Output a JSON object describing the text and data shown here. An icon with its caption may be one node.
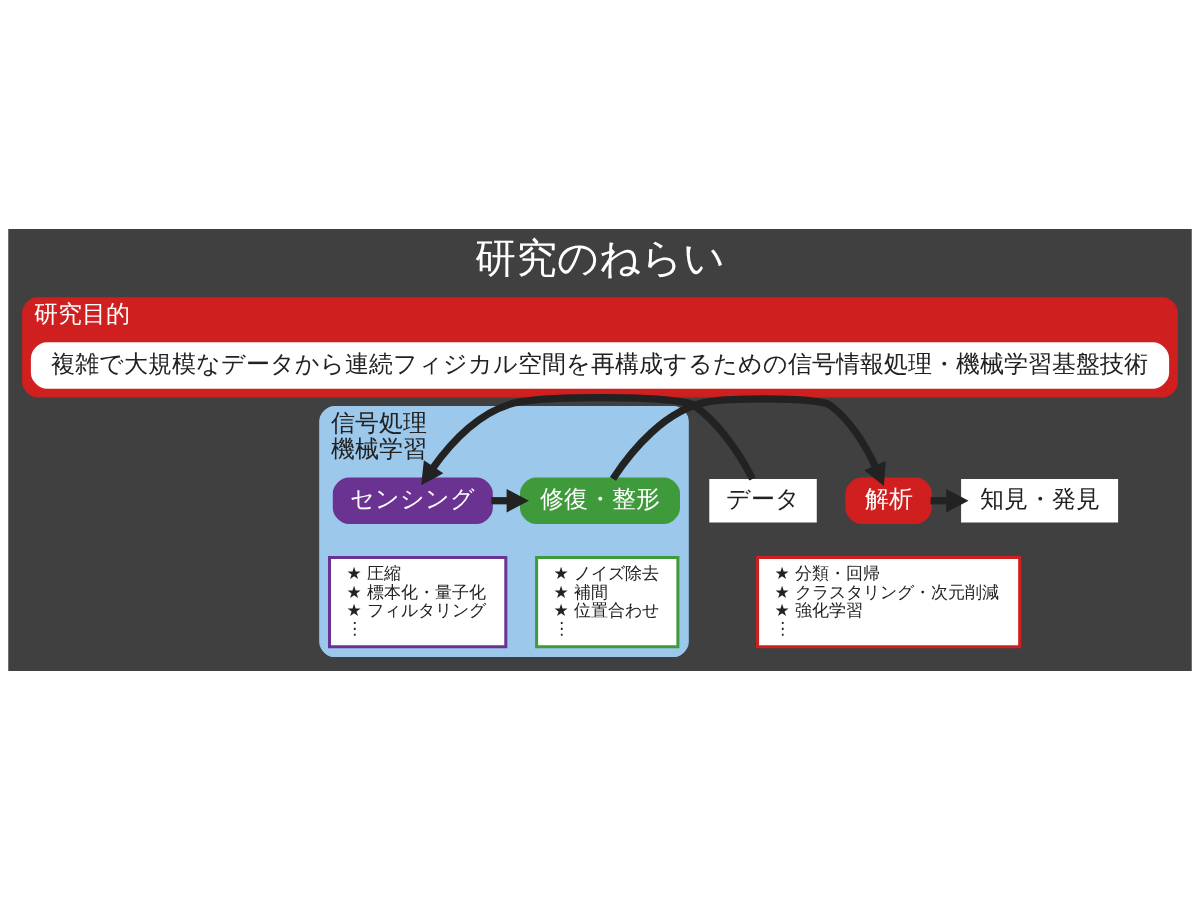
{
  "diagram": {
    "title": "研究のねらい",
    "nodes": [
      {
        "text": [
          "研究目的"
        ]
      },
      {
        "text": [
          "複雑で大規模なデータから連続フィジカル空間を再構成するための信号情報処理・機械学習基盤技術"
        ],
        "in": 0
      },
      {
        "text": [
          "信号処理",
          "機械学習"
        ]
      },
      {
        "text": [
          "データ"
        ]
      },
      {
        "text": [
          "センシング"
        ],
        "in": 2
      },
      {
        "text": [
          "修復・整形"
        ],
        "in": 2
      },
      {
        "text": [
          "解析"
        ]
      },
      {
        "text": [
          "知見・発見"
        ]
      },
      {
        "text": [
          "★ 圧縮",
          "★ 標本化・量子化",
          "★ フィルタリング",
          "⋮"
        ],
        "in": 2
      },
      {
        "text": [
          "★ ノイズ除去",
          "★ 補間",
          "★ 位置合わせ",
          "⋮"
        ],
        "in": 2
      },
      {
        "text": [
          "★ 分類・回帰",
          "★ クラスタリング・次元削減",
          "★ 強化学習",
          "⋮"
        ]
      }
    ],
    "edges": [
      {
        "from": 3,
        "to": 4,
        "arrow": "to"
      },
      {
        "from": 4,
        "to": 5,
        "arrow": "to"
      },
      {
        "from": 5,
        "to": 6,
        "arrow": "to"
      },
      {
        "from": 6,
        "to": 7,
        "arrow": "to"
      }
    ]
  }
}
